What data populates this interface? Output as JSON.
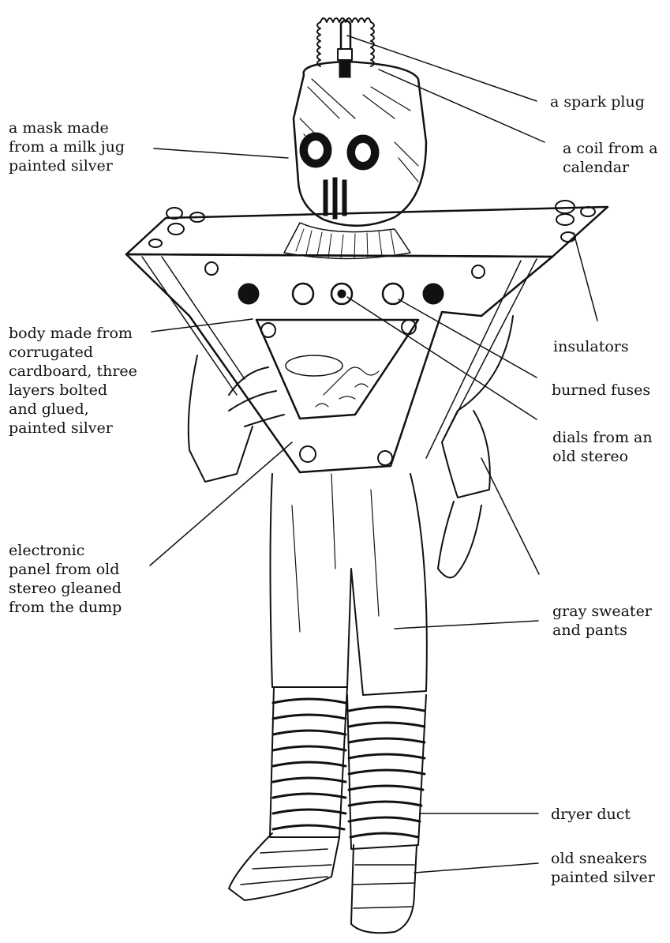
{
  "labels": {
    "spark_plug": [
      "a spark plug"
    ],
    "coil": [
      "a coil from a",
      "calendar"
    ],
    "mask": [
      "a mask made",
      "from a milk jug",
      "painted silver"
    ],
    "insulators": [
      "insulators"
    ],
    "body": [
      "body made from",
      "corrugated",
      "cardboard, three",
      "layers bolted",
      "and glued,",
      "painted silver"
    ],
    "fuses": [
      "burned fuses"
    ],
    "dials": [
      "dials from an",
      "old stereo"
    ],
    "panel": [
      "electronic",
      "panel from old",
      "stereo gleaned",
      "from the dump"
    ],
    "sweater": [
      "gray sweater",
      "and pants"
    ],
    "dryer_duct": [
      "dryer duct"
    ],
    "sneakers": [
      "old sneakers",
      "painted silver"
    ]
  },
  "colors": {
    "ink": "#111111",
    "paper": "#ffffff"
  }
}
